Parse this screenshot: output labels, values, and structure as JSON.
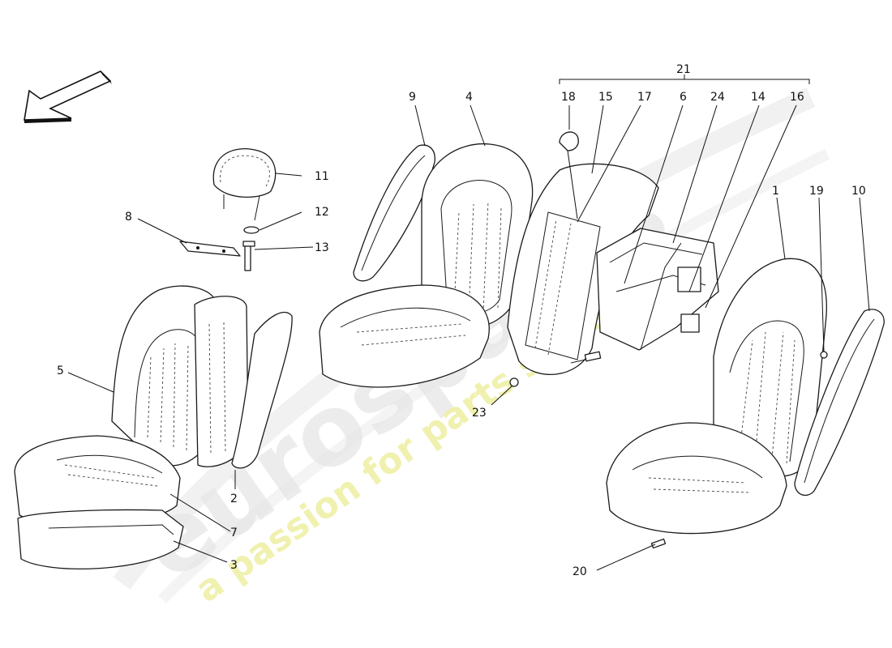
{
  "watermark": {
    "brand": "eurospares",
    "slogan": "a passion for parts since 1985",
    "brand_color": "#e6e6e6",
    "slogan_color": "#eef0a6"
  },
  "callouts": [
    {
      "id": "c1",
      "label": "1"
    },
    {
      "id": "c2",
      "label": "2"
    },
    {
      "id": "c3",
      "label": "3"
    },
    {
      "id": "c4",
      "label": "4"
    },
    {
      "id": "c5",
      "label": "5"
    },
    {
      "id": "c6",
      "label": "6"
    },
    {
      "id": "c7",
      "label": "7"
    },
    {
      "id": "c8",
      "label": "8"
    },
    {
      "id": "c9",
      "label": "9"
    },
    {
      "id": "c10",
      "label": "10"
    },
    {
      "id": "c11",
      "label": "11"
    },
    {
      "id": "c12",
      "label": "12"
    },
    {
      "id": "c13",
      "label": "13"
    },
    {
      "id": "c14",
      "label": "14"
    },
    {
      "id": "c15",
      "label": "15"
    },
    {
      "id": "c16",
      "label": "16"
    },
    {
      "id": "c17",
      "label": "17"
    },
    {
      "id": "c18",
      "label": "18"
    },
    {
      "id": "c19",
      "label": "19"
    },
    {
      "id": "c20",
      "label": "20"
    },
    {
      "id": "c21",
      "label": "21"
    },
    {
      "id": "c23",
      "label": "23"
    },
    {
      "id": "c24",
      "label": "24"
    }
  ],
  "icons": {
    "direction_arrow": "direction-arrow-icon"
  }
}
